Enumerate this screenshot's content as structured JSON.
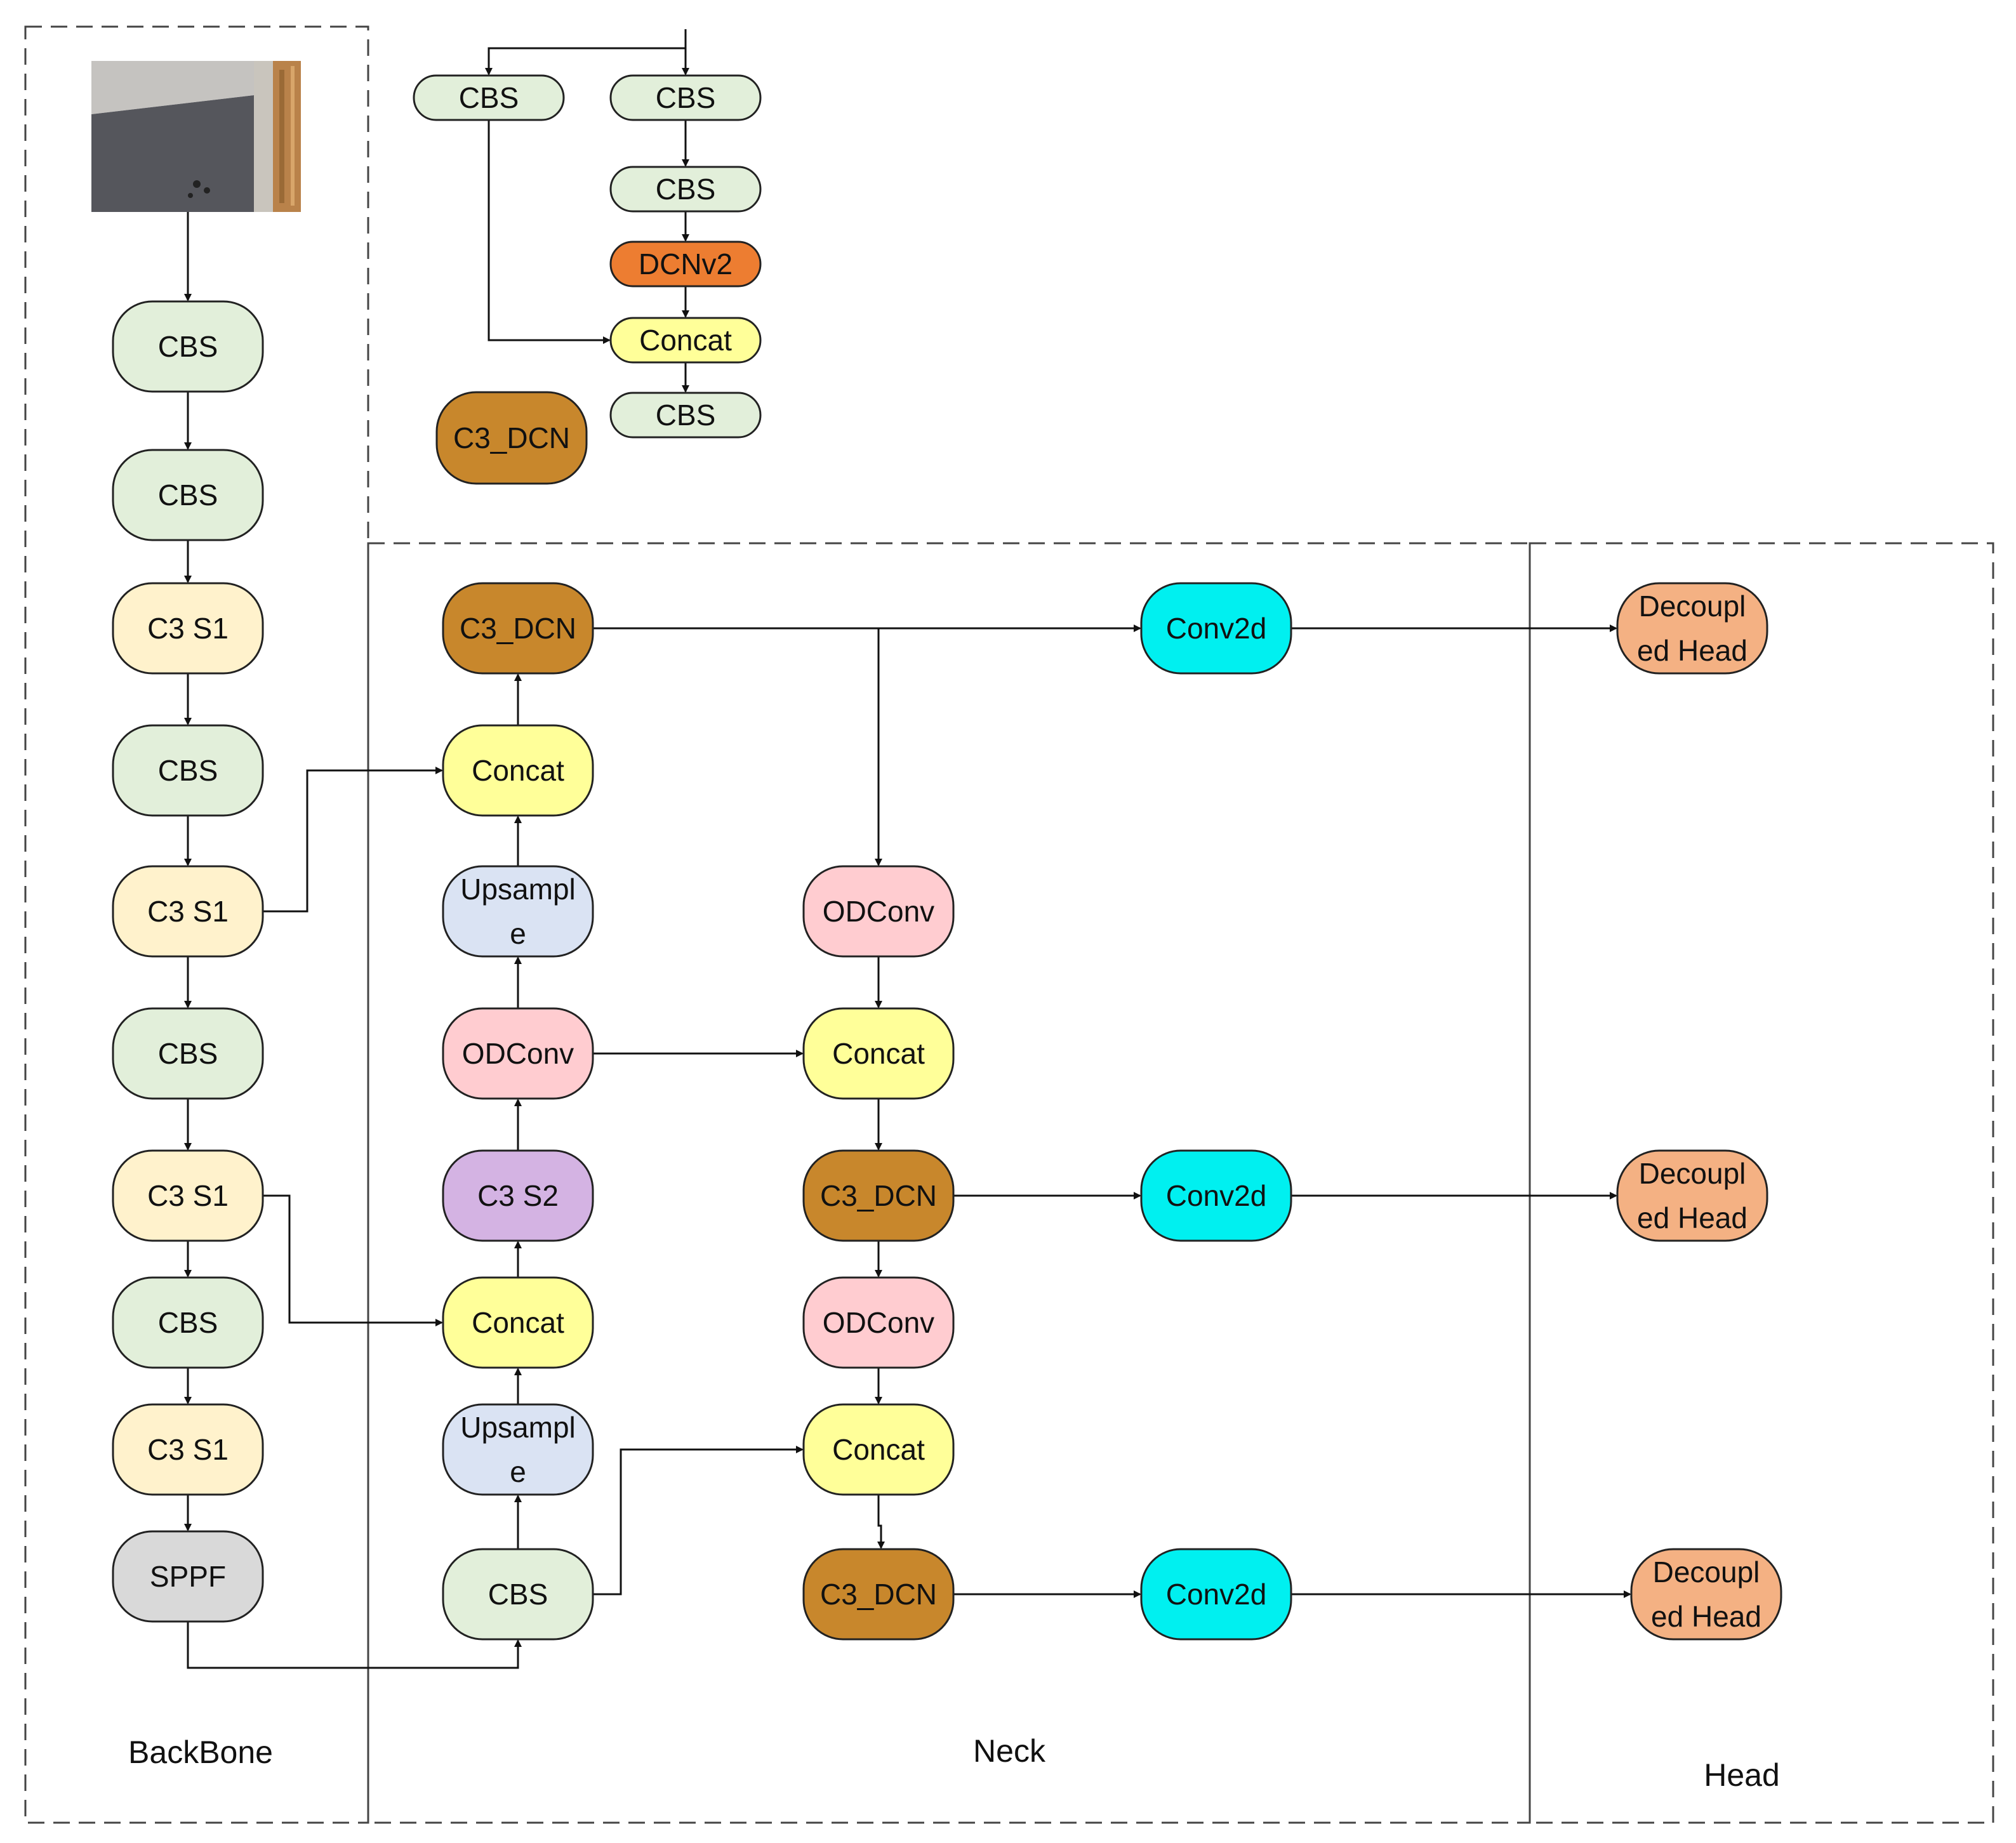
{
  "colors": {
    "CBS": "#e2efda",
    "C3S1": "#fff2cc",
    "C3S2": "#d4b3e3",
    "C3_DCN": "#c8872c",
    "DCNv2": "#ed7d31",
    "Concat": "#ffff99",
    "Upsample": "#dae3f3",
    "ODConv": "#ffccd0",
    "SPPF": "#d9d9d9",
    "Conv2d": "#00f0f0",
    "Decoupled": "#f4b183",
    "stroke": "#222222",
    "dash": "#444444"
  },
  "sections": {
    "backbone": "BackBone",
    "neck": "Neck",
    "head": "Head"
  },
  "legend": {
    "cbs_left": "CBS",
    "cbs_right_1": "CBS",
    "cbs_right_2": "CBS",
    "dcnv2": "DCNv2",
    "concat": "Concat",
    "cbs_out": "CBS",
    "c3dcn": "C3_DCN"
  },
  "backbone": {
    "image_icon": "input-image",
    "nodes": [
      "CBS",
      "CBS",
      "C3 S1",
      "CBS",
      "C3 S1",
      "CBS",
      "C3 S1",
      "CBS",
      "C3 S1",
      "SPPF"
    ]
  },
  "neck": {
    "left_column": [
      "C3_DCN",
      "Concat",
      [
        "Upsampl",
        "e"
      ],
      "ODConv",
      "C3 S2",
      "Concat",
      [
        "Upsampl",
        "e"
      ],
      "CBS"
    ],
    "right_column": [
      "ODConv",
      "Concat",
      "C3_DCN",
      "ODConv",
      "Concat",
      "C3_DCN"
    ],
    "conv2d": [
      "Conv2d",
      "Conv2d",
      "Conv2d"
    ]
  },
  "head": {
    "nodes": [
      [
        "Decoupl",
        "ed Head"
      ],
      [
        "Decoupl",
        "ed Head"
      ],
      [
        "Decoupl",
        "ed Head"
      ]
    ]
  }
}
